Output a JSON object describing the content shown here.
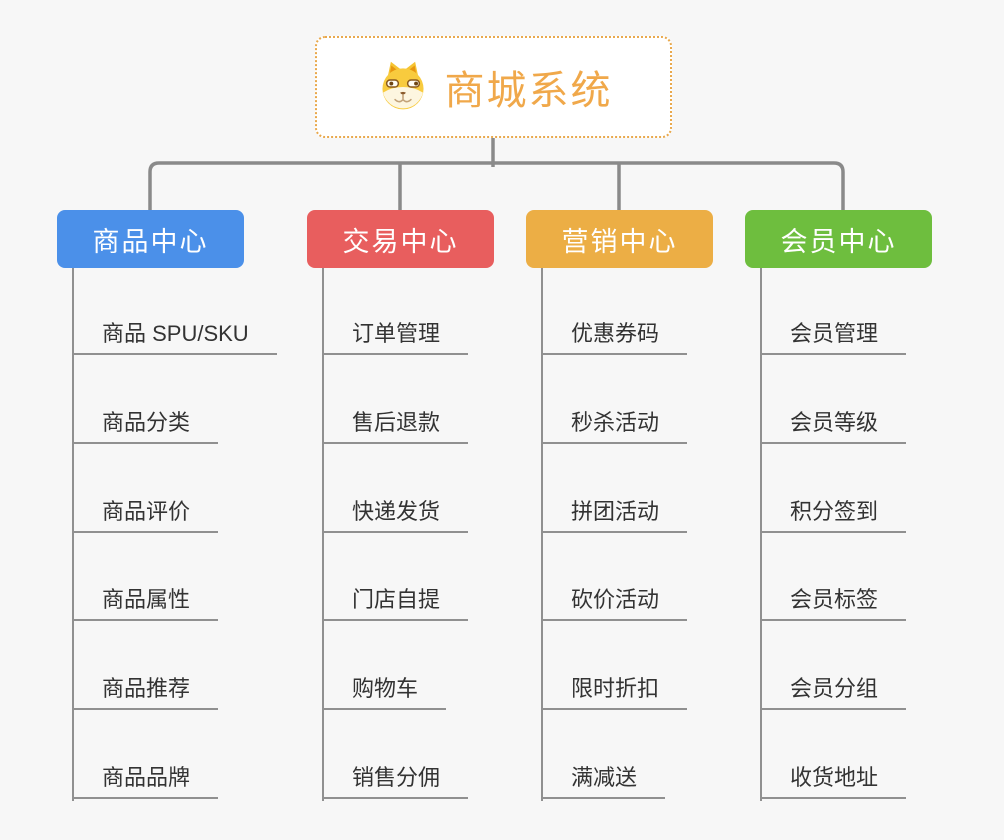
{
  "root": {
    "title": "商城系统",
    "icon": "shiba-dog-icon"
  },
  "branches": [
    {
      "label": "商品中心",
      "color": "#4b90e9",
      "children": [
        "商品 SPU/SKU",
        "商品分类",
        "商品评价",
        "商品属性",
        "商品推荐",
        "商品品牌"
      ]
    },
    {
      "label": "交易中心",
      "color": "#e85e5e",
      "children": [
        "订单管理",
        "售后退款",
        "快递发货",
        "门店自提",
        "购物车",
        "销售分佣"
      ]
    },
    {
      "label": "营销中心",
      "color": "#ecae45",
      "children": [
        "优惠券码",
        "秒杀活动",
        "拼团活动",
        "砍价活动",
        "限时折扣",
        "满减送"
      ]
    },
    {
      "label": "会员中心",
      "color": "#6ebe3e",
      "children": [
        "会员管理",
        "会员等级",
        "积分签到",
        "会员标签",
        "会员分组",
        "收货地址"
      ]
    }
  ],
  "colors": {
    "background": "#f7f7f7",
    "root_text": "#f0a84a",
    "root_border": "#e9a94d",
    "connector": "#8a8a8a",
    "child_line": "#909090",
    "child_text": "#333333"
  }
}
